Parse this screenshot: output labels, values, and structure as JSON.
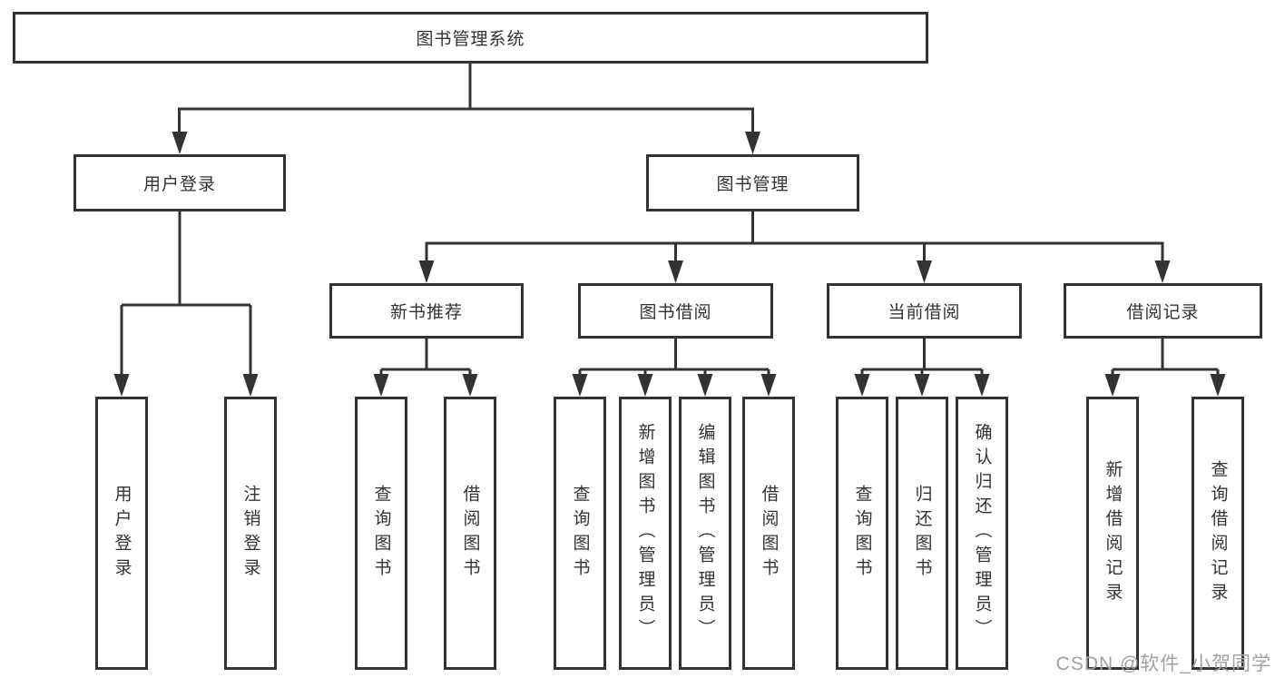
{
  "diagram": {
    "root": "图书管理系统",
    "user_login": {
      "label": "用户登录",
      "children": [
        "用户登录",
        "注销登录"
      ]
    },
    "book_management": {
      "label": "图书管理",
      "sections": [
        {
          "label": "新书推荐",
          "children": [
            "查询图书",
            "借阅图书"
          ]
        },
        {
          "label": "图书借阅",
          "children": [
            "查询图书",
            "新增图书（管理员）",
            "编辑图书（管理员）",
            "借阅图书"
          ]
        },
        {
          "label": "当前借阅",
          "children": [
            "查询图书",
            "归还图书",
            "确认归还（管理员）"
          ]
        },
        {
          "label": "借阅记录",
          "children": [
            "新增借阅记录",
            "查询借阅记录"
          ]
        }
      ]
    }
  },
  "watermark": "CSDN @软件_小贺同学",
  "colors": {
    "line": "#333333",
    "text": "#333333",
    "background": "#ffffff",
    "watermark": "#a5a0a0"
  }
}
